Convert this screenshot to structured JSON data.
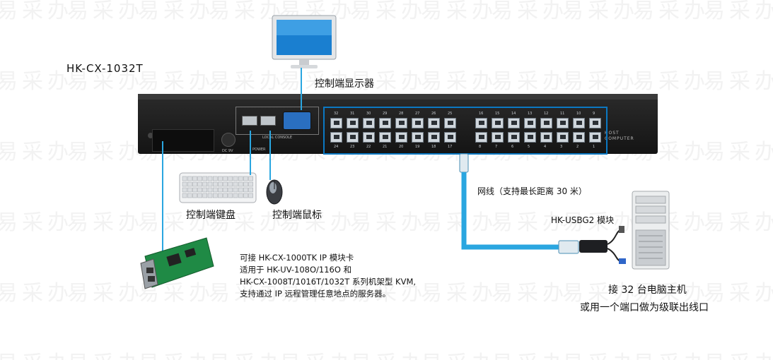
{
  "title": "HK-CX-1032T",
  "labels": {
    "monitor": "控制端显示器",
    "keyboard": "控制端键盘",
    "mouse": "控制端鼠标",
    "cable": "网线（支持最长距离 30 米）",
    "module": "HK-USBG2 模块",
    "host_line1": "接 32 台电脑主机",
    "host_line2": "或用一个端口做为级联出线口"
  },
  "card_caption": [
    "可接 HK-CX-1000TK IP 模块卡",
    "适用于 HK-UV-108O/116O 和",
    "HK-CX-1008T/1016T/1032T 系列机架型 KVM,",
    "支持通过 IP 远程管理任意地点的服务器。"
  ],
  "panel_text": {
    "host": "HOST",
    "computer": "COMPUTER",
    "local_console": "LOCAL CONSOLE",
    "dc": "DC 9V",
    "power": "POWER"
  },
  "ports_top": [
    "32",
    "31",
    "30",
    "29",
    "28",
    "27",
    "26",
    "25",
    "16",
    "15",
    "14",
    "13",
    "12",
    "11",
    "10",
    "9"
  ],
  "ports_bottom": [
    "24",
    "23",
    "22",
    "21",
    "20",
    "19",
    "18",
    "17",
    "8",
    "7",
    "6",
    "5",
    "4",
    "3",
    "2",
    "1"
  ],
  "watermark": "易采办",
  "colors": {
    "accent": "#2aa6e0",
    "port_frame": "#0b78c2",
    "chassis": "#1c1c1c"
  }
}
